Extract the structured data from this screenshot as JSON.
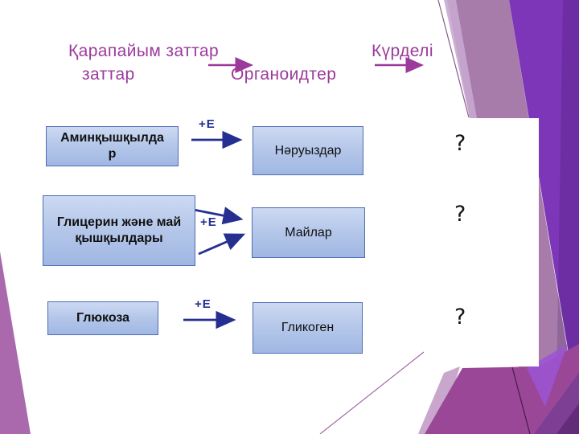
{
  "slide_title": {
    "line1_left": "Қарапайым заттар",
    "line1_right": "Күрделі",
    "line2_left": "заттар",
    "line2_right": "Органоидтер"
  },
  "chains": [
    {
      "from": "Аминқышқылдар",
      "arrow_label": "+E",
      "to": "Нәруыздар",
      "result": "?"
    },
    {
      "from": "Глицерин және май қышқылдары",
      "arrow_label": "+E",
      "to": "Майлар",
      "result": "?"
    },
    {
      "from": "Глюкоза",
      "arrow_label": "+E",
      "to": "Гликоген",
      "result": "?"
    }
  ],
  "colors": {
    "title_purple": "#9b3a9b",
    "arrow_navy": "#252f92",
    "box_border": "#4f6cb5",
    "box_fill_top": "#ccd9f2",
    "box_fill_bottom": "#a0b7e3",
    "band_mauve": "#a77cab",
    "band_dark": "#7d36b8",
    "corner_magenta": "#9a4798",
    "wedge_mauve": "#ab69ad"
  }
}
